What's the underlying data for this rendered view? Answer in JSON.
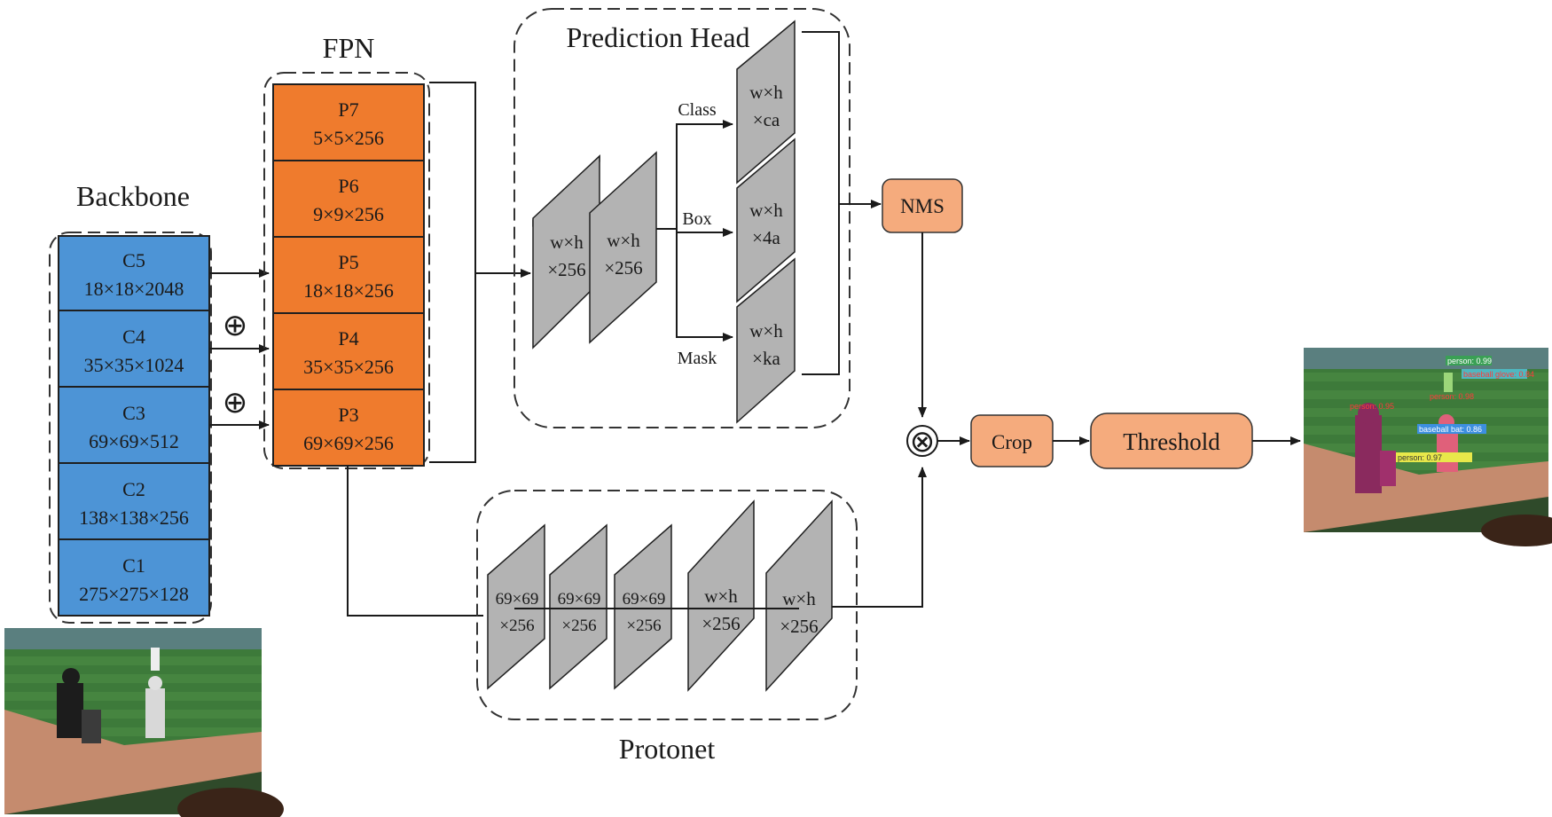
{
  "titles": {
    "backbone": "Backbone",
    "fpn": "FPN",
    "prediction_head": "Prediction Head",
    "protonet": "Protonet"
  },
  "backbone_blocks": [
    {
      "name": "C5",
      "size": "18×18×2048"
    },
    {
      "name": "C4",
      "size": "35×35×1024"
    },
    {
      "name": "C3",
      "size": "69×69×512"
    },
    {
      "name": "C2",
      "size": "138×138×256"
    },
    {
      "name": "C1",
      "size": "275×275×128"
    }
  ],
  "fpn_blocks": [
    {
      "name": "P7",
      "size": "5×5×256"
    },
    {
      "name": "P6",
      "size": "9×9×256"
    },
    {
      "name": "P5",
      "size": "18×18×256"
    },
    {
      "name": "P4",
      "size": "35×35×256"
    },
    {
      "name": "P3",
      "size": "69×69×256"
    }
  ],
  "sum_symbol": "⊕",
  "head_shared": [
    {
      "l1": "w×h",
      "l2": "×256"
    },
    {
      "l1": "w×h",
      "l2": "×256"
    }
  ],
  "head_outputs": [
    {
      "branch": "Class",
      "l1": "w×h",
      "l2": "×ca"
    },
    {
      "branch": "Box",
      "l1": "w×h",
      "l2": "×4a"
    },
    {
      "branch": "Mask",
      "l1": "w×h",
      "l2": "×ka"
    }
  ],
  "protonet_layers": [
    {
      "l1": "69×69",
      "l2": "×256"
    },
    {
      "l1": "69×69",
      "l2": "×256"
    },
    {
      "l1": "69×69",
      "l2": "×256"
    },
    {
      "l1": "w×h",
      "l2": "×256"
    },
    {
      "l1": "w×h",
      "l2": "×256"
    }
  ],
  "ops": {
    "nms": "NMS",
    "multiply": "⊗",
    "crop": "Crop",
    "threshold": "Threshold"
  },
  "output_labels": [
    "person: 0.99",
    "baseball glove: 0.84",
    "person: 0.95",
    "person: 0.98",
    "baseball bat: 0.86",
    "person: 0.97"
  ],
  "colors": {
    "backbone": "#4d94d6",
    "fpn": "#ef7b2d",
    "op": "#f5ab7d",
    "plate": "#b3b3b3",
    "field_grass": "#3d7a3a",
    "field_dirt": "#c58b6e",
    "mask_purple": "#8a2a5e",
    "mask_pink": "#e0607a"
  }
}
